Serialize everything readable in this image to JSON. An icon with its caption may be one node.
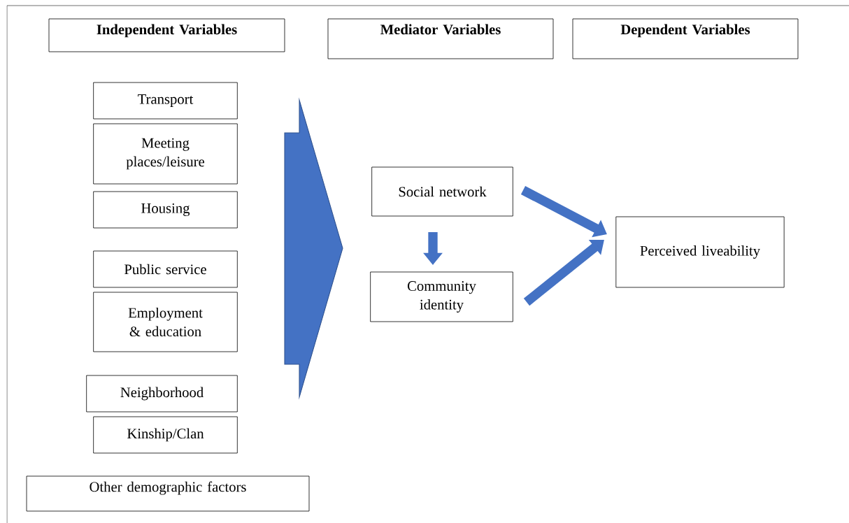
{
  "diagram": {
    "nodes": [
      {
        "text": [
          "Independent Variables"
        ]
      },
      {
        "text": [
          "Mediator Variables"
        ]
      },
      {
        "text": [
          "Dependent Variables"
        ]
      },
      {
        "text": [
          "Transport"
        ]
      },
      {
        "text": [
          "Meeting places/leisure"
        ]
      },
      {
        "text": [
          "Housing"
        ]
      },
      {
        "text": [
          "Public service"
        ]
      },
      {
        "text": [
          "Employment & education"
        ]
      },
      {
        "text": [
          "Neighborhood"
        ]
      },
      {
        "text": [
          "Kinship/Clan"
        ]
      },
      {
        "text": [
          "Other demographic factors"
        ]
      },
      {
        "text": [
          "Social network"
        ]
      },
      {
        "text": [
          "Community identity"
        ]
      },
      {
        "text": [
          "Perceived liveability"
        ]
      }
    ],
    "edges": [
      {
        "from": 11,
        "to": 12,
        "arrow": "to"
      },
      {
        "from": 11,
        "to": 13,
        "arrow": "to"
      },
      {
        "from": 12,
        "to": 13,
        "arrow": "to"
      }
    ]
  }
}
